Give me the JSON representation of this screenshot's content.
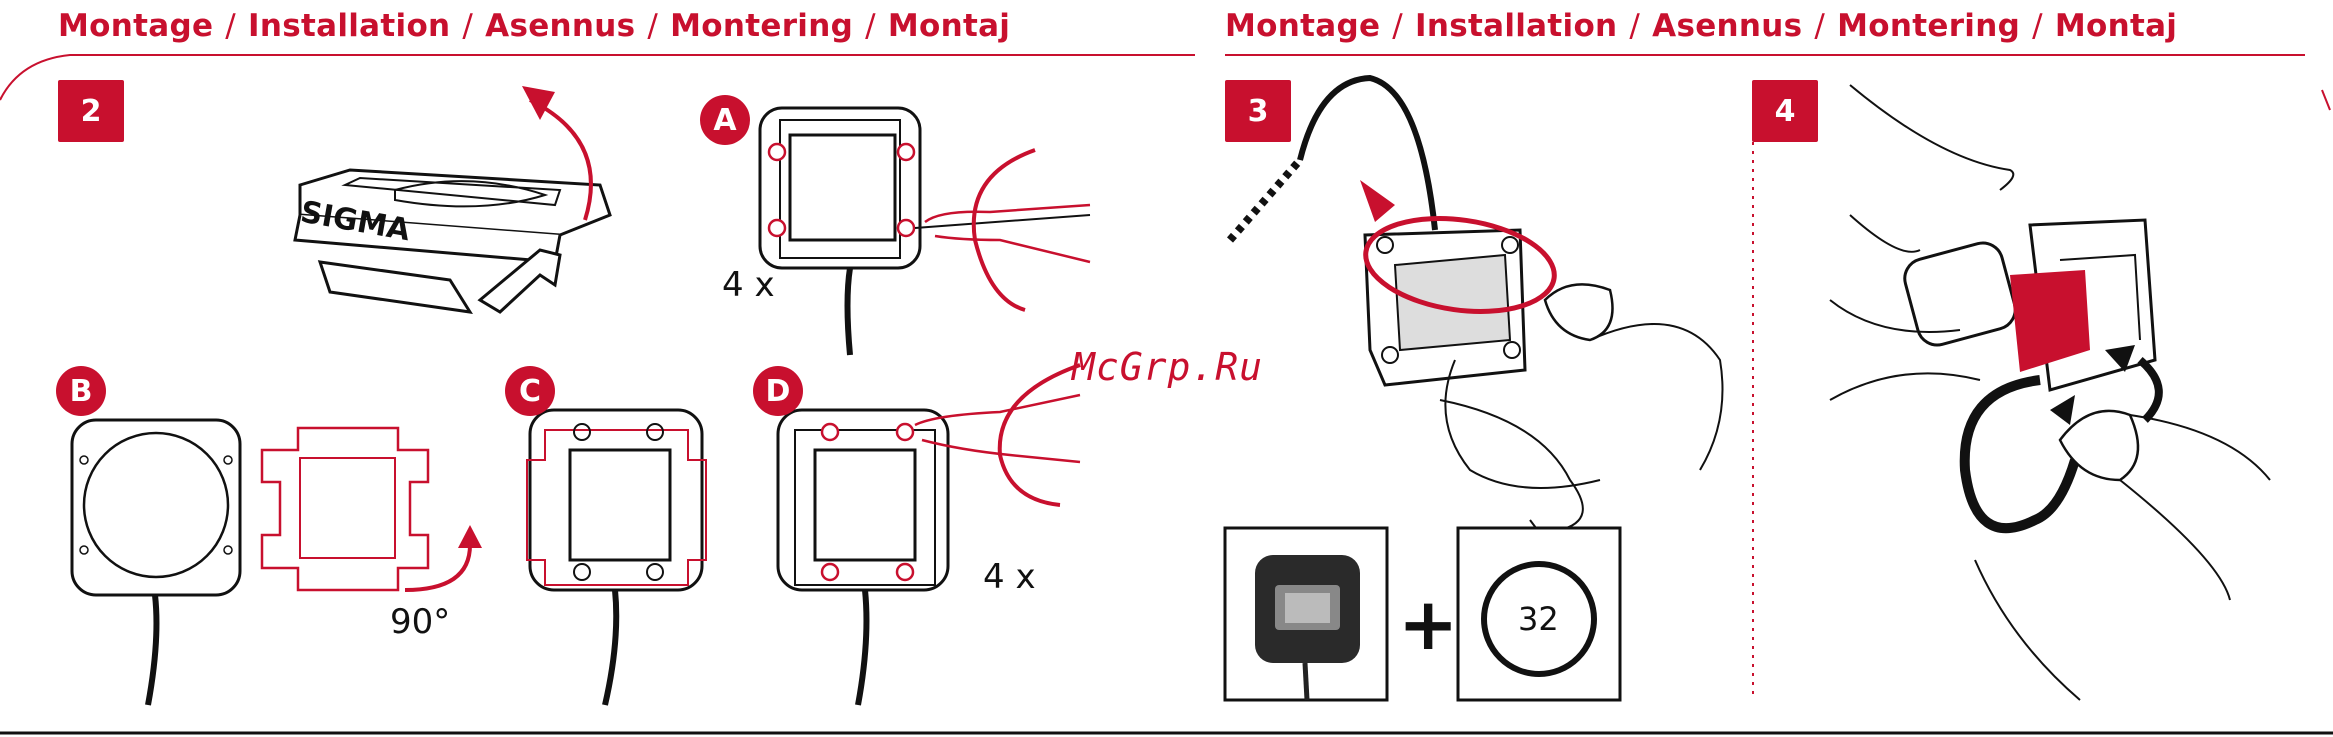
{
  "header_left": {
    "words": [
      "Montage",
      "Installation",
      "Asennus",
      "Montering",
      "Montaj"
    ],
    "separator": "/"
  },
  "header_right": {
    "words": [
      "Montage",
      "Installation",
      "Asennus",
      "Montering",
      "Montaj"
    ],
    "separator": "/"
  },
  "steps": {
    "step2": "2",
    "step3": "3",
    "step4": "4"
  },
  "substeps": {
    "a": "A",
    "b": "B",
    "c": "C",
    "d": "D"
  },
  "labels": {
    "count_a": "4 x",
    "count_d": "4 x",
    "rotation": "90°",
    "brand": "SIGMA",
    "ring_size": "32",
    "plus": "+"
  },
  "watermark": "McGrp.Ru",
  "colors": {
    "accent": "#c8102e",
    "line": "#111111",
    "background": "#ffffff"
  }
}
